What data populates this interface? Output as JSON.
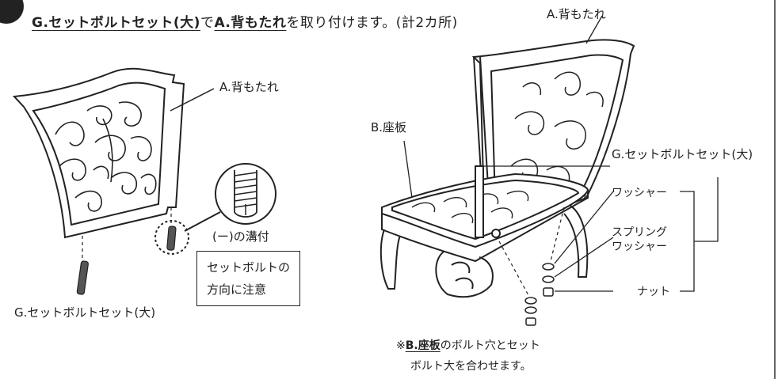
{
  "title": {
    "part1": "G.セットボルトセット(大)",
    "part2": "で",
    "part3": "A.背もたれ",
    "part4": "を取り付けます。(計2カ所)"
  },
  "labels": {
    "backrest_left": "A.背もたれ",
    "backrest_right": "A.背もたれ",
    "seat_board": "B.座板",
    "bolt_set_left": "G.セットボルトセット(大)",
    "bolt_set_right": "G.セットボルトセット(大)",
    "groove": "(ー)の溝付",
    "washer": "ワッシャー",
    "spring_washer_1": "スプリング",
    "spring_washer_2": "ワッシャー",
    "nut": "ナット"
  },
  "caution_box": {
    "line1": "セットボルトの",
    "line2": "方向に注意"
  },
  "footnote": {
    "prefix": "※",
    "emph": "B.座板",
    "rest": "のボルト穴とセット",
    "line2": "ボルト大を合わせます。"
  }
}
